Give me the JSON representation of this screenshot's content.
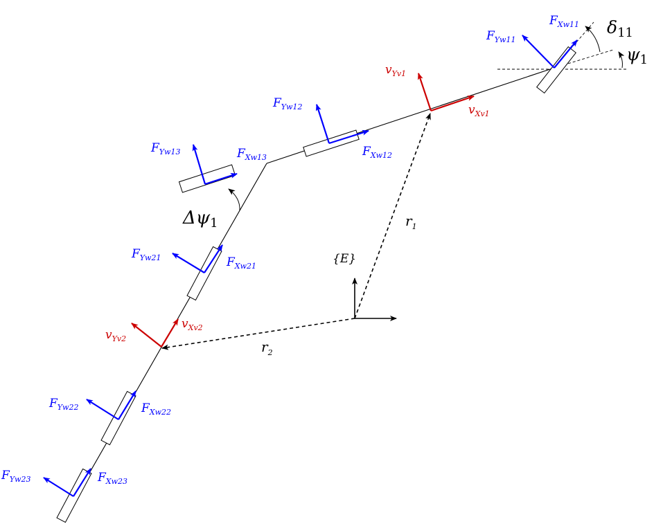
{
  "colors": {
    "force": "#0000ff",
    "velocity": "#cc0000",
    "line": "#000000"
  },
  "frame": {
    "label": "{E}"
  },
  "position_vectors": [
    {
      "sym": "r",
      "sub": "1"
    },
    {
      "sym": "r",
      "sub": "2"
    }
  ],
  "velocities": [
    {
      "sym": "v",
      "sub": "Yv1"
    },
    {
      "sym": "v",
      "sub": "Xv1"
    },
    {
      "sym": "v",
      "sub": "Yv2"
    },
    {
      "sym": "v",
      "sub": "Xv2"
    }
  ],
  "forces": [
    {
      "sym": "F",
      "sub": "Xw11"
    },
    {
      "sym": "F",
      "sub": "Yw11"
    },
    {
      "sym": "F",
      "sub": "Yw12"
    },
    {
      "sym": "F",
      "sub": "Xw12"
    },
    {
      "sym": "F",
      "sub": "Yw13"
    },
    {
      "sym": "F",
      "sub": "Xw13"
    },
    {
      "sym": "F",
      "sub": "Yw21"
    },
    {
      "sym": "F",
      "sub": "Xw21"
    },
    {
      "sym": "F",
      "sub": "Yw22"
    },
    {
      "sym": "F",
      "sub": "Xw22"
    },
    {
      "sym": "F",
      "sub": "Yw23"
    },
    {
      "sym": "F",
      "sub": "Xw23"
    }
  ],
  "angles": [
    {
      "sym": "δ",
      "sub": "11"
    },
    {
      "sym": "ψ",
      "sub": "1"
    },
    {
      "sym": "Δψ",
      "sub": "1"
    }
  ]
}
